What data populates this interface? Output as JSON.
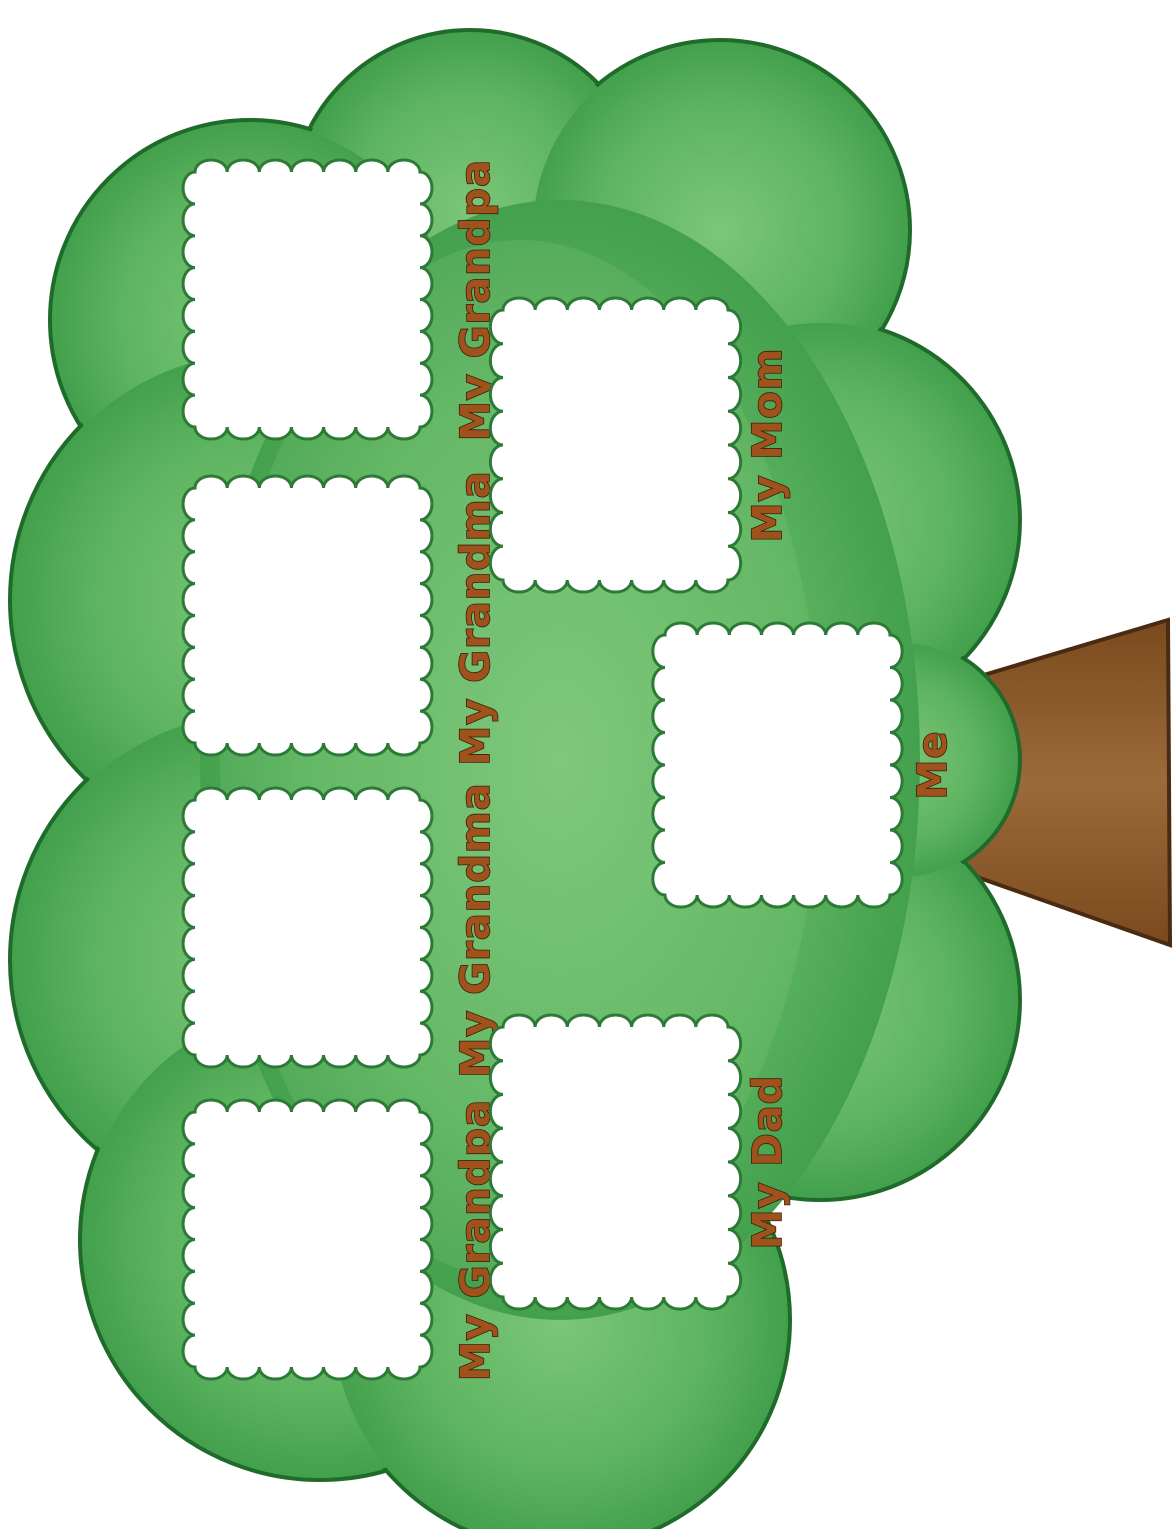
{
  "colors": {
    "foliage_dark": "#2e8a3a",
    "foliage_mid": "#49a755",
    "foliage_light": "#7cc679",
    "foliage_outline": "#1f6b2a",
    "trunk": "#8b5a2b",
    "trunk_outline": "#4a2a10",
    "frame_fill": "#ffffff",
    "frame_outline": "#2d7a36",
    "label_fill": "#a0521d",
    "label_outline": "#3b1f0c"
  },
  "frames": [
    {
      "id": "grandpa-top",
      "label": "My Grandpa"
    },
    {
      "id": "grandma-upper",
      "label": "My Grandma"
    },
    {
      "id": "grandma-lower",
      "label": "My Grandma"
    },
    {
      "id": "grandpa-bottom",
      "label": "My Grandpa"
    },
    {
      "id": "mom",
      "label": "My Mom"
    },
    {
      "id": "dad",
      "label": "My Dad"
    },
    {
      "id": "me",
      "label": "Me"
    }
  ]
}
